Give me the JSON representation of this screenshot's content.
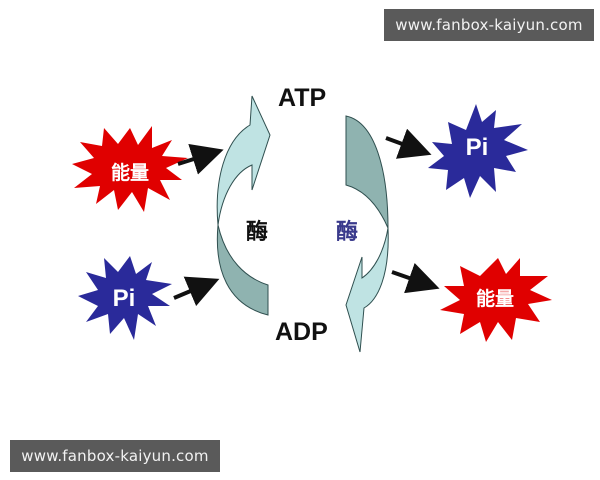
{
  "watermarks": {
    "top": "www.fanbox-kaiyun.com",
    "bottom": "www.fanbox-kaiyun.com"
  },
  "diagram": {
    "top_label": "ATP",
    "bottom_label": "ADP",
    "left_enzyme": "酶",
    "right_enzyme": "酶",
    "inputs": [
      {
        "label": "能量",
        "shape": "red-burst",
        "position": "upper-left"
      },
      {
        "label": "Pi",
        "shape": "blue-burst",
        "position": "lower-left"
      }
    ],
    "outputs": [
      {
        "label": "Pi",
        "shape": "blue-burst",
        "position": "upper-right"
      },
      {
        "label": "能量",
        "shape": "red-burst",
        "position": "lower-right"
      }
    ]
  },
  "colors": {
    "red_burst": "#e00000",
    "blue_burst": "#2a2a9a",
    "arrow_light": "#bfe3e3",
    "arrow_dark": "#8fb3b0",
    "outline": "#2f4f4f",
    "watermark_bg": "#5a5a5a"
  }
}
